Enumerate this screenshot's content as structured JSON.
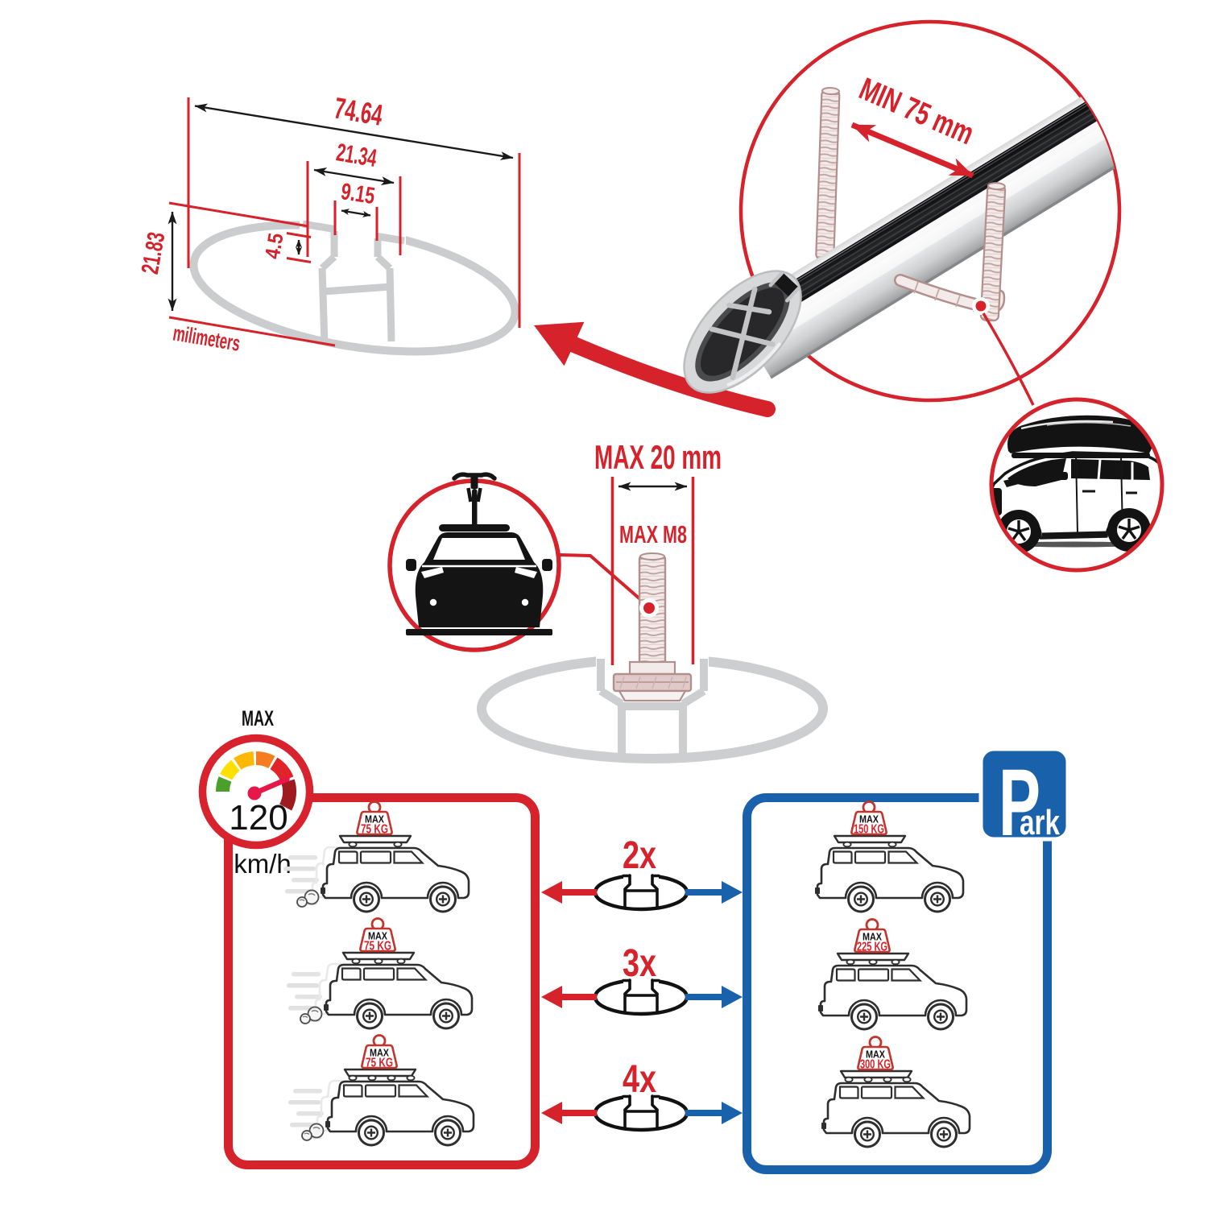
{
  "palette": {
    "red": "#d6222b",
    "blue": "#1a61ab",
    "profile_gray": "#cbccce",
    "sketch_rose": "#b08f8c",
    "black": "#1a1a1a"
  },
  "cross_section": {
    "width_label": "74.64",
    "channel_label": "21.34",
    "slot_label": "9.15",
    "depth_label": "4.5",
    "height_label": "21.83",
    "unit_label": "milimeters"
  },
  "bar_detail": {
    "min_span_label": "MIN 75 mm"
  },
  "bolt_detail": {
    "width_label": "MAX 20 mm",
    "thread_label": "MAX M8"
  },
  "speed_gauge": {
    "title": "MAX",
    "value": "120",
    "unit": "km/h"
  },
  "parking_sign": {
    "initial": "P",
    "suffix": "ark"
  },
  "rows": [
    {
      "count": "2x",
      "left_max": "MAX",
      "left_load": "75 KG",
      "right_max": "MAX",
      "right_load": "150 KG"
    },
    {
      "count": "3x",
      "left_max": "MAX",
      "left_load": "75 KG",
      "right_max": "MAX",
      "right_load": "225 KG"
    },
    {
      "count": "4x",
      "left_max": "MAX",
      "left_load": "75 KG",
      "right_max": "MAX",
      "right_load": "300 KG"
    }
  ]
}
